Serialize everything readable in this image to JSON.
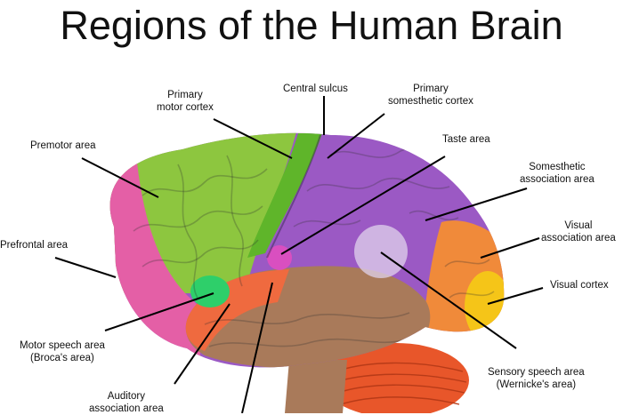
{
  "title": "Regions of the Human Brain",
  "labels": {
    "primary_motor_cortex": [
      "Primary",
      "motor cortex"
    ],
    "central_sulcus": [
      "Central sulcus"
    ],
    "primary_somesthetic_cortex": [
      "Primary",
      "somesthetic cortex"
    ],
    "premotor_area": [
      "Premotor area"
    ],
    "taste_area": [
      "Taste area"
    ],
    "somesthetic_association_area": [
      "Somesthetic",
      "association area"
    ],
    "prefrontal_area": [
      "Prefrontal area"
    ],
    "visual_association_area": [
      "Visual",
      "association area"
    ],
    "visual_cortex": [
      "Visual cortex"
    ],
    "motor_speech_area": [
      "Motor speech area",
      "(Broca's area)"
    ],
    "sensory_speech_area": [
      "Sensory speech area",
      "(Wernicke's area)"
    ],
    "auditory_association_area": [
      "Auditory",
      "association area"
    ]
  },
  "colors": {
    "prefrontal": "#e45fa6",
    "motor": "#8dc63f",
    "motor_strip": "#5fb52a",
    "parietal": "#9b59c4",
    "temporal": "#a97a5a",
    "temporal_front": "#ef6a3f",
    "occipital": "#f08a3a",
    "visual_cortex": "#f5c518",
    "cerebellum": "#e8562a",
    "broca": "#2ecf6a",
    "taste": "#d94fc0",
    "wernicke": "#e0d3ec"
  }
}
